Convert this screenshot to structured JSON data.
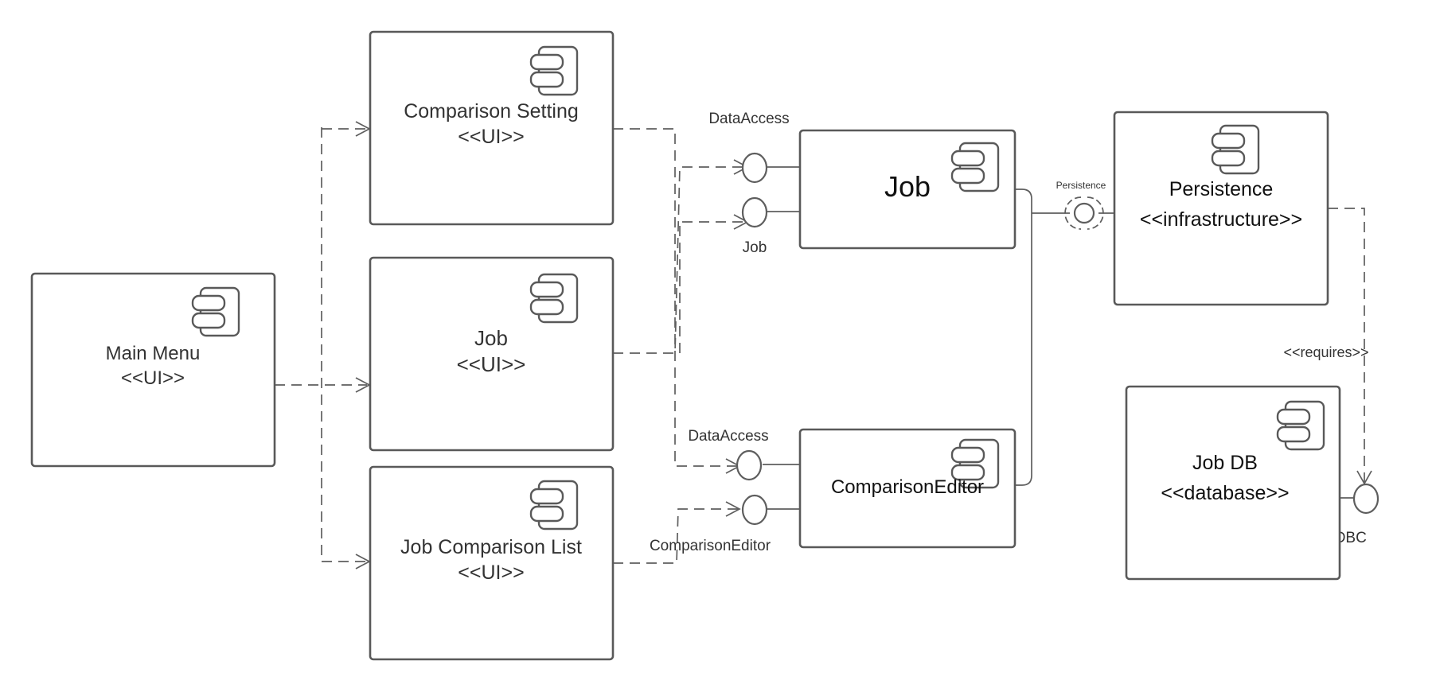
{
  "components": {
    "main_menu": {
      "name": "Main Menu",
      "stereotype": "<<UI>>"
    },
    "comparison_setting": {
      "name": "Comparison Setting",
      "stereotype": "<<UI>>"
    },
    "job_ui": {
      "name": "Job",
      "stereotype": "<<UI>>"
    },
    "job_comparison_list": {
      "name": "Job Comparison List",
      "stereotype": "<<UI>>"
    },
    "job": {
      "name": "Job"
    },
    "comparison_editor": {
      "name": "ComparisonEditor"
    },
    "persistence": {
      "name": "Persistence",
      "stereotype": "<<infrastructure>>"
    },
    "job_db": {
      "name": "Job DB",
      "stereotype": "<<database>>"
    }
  },
  "interfaces": {
    "data_access_job": "DataAccess",
    "job": "Job",
    "data_access_editor": "DataAccess",
    "comparison_editor": "ComparisonEditor",
    "persistence": "Persistence",
    "jdbc": "JDBC"
  },
  "connectors": {
    "requires_label": "<<requires>>"
  },
  "colors": {
    "stroke": "#595959",
    "text": "#333333",
    "background": "#ffffff"
  }
}
